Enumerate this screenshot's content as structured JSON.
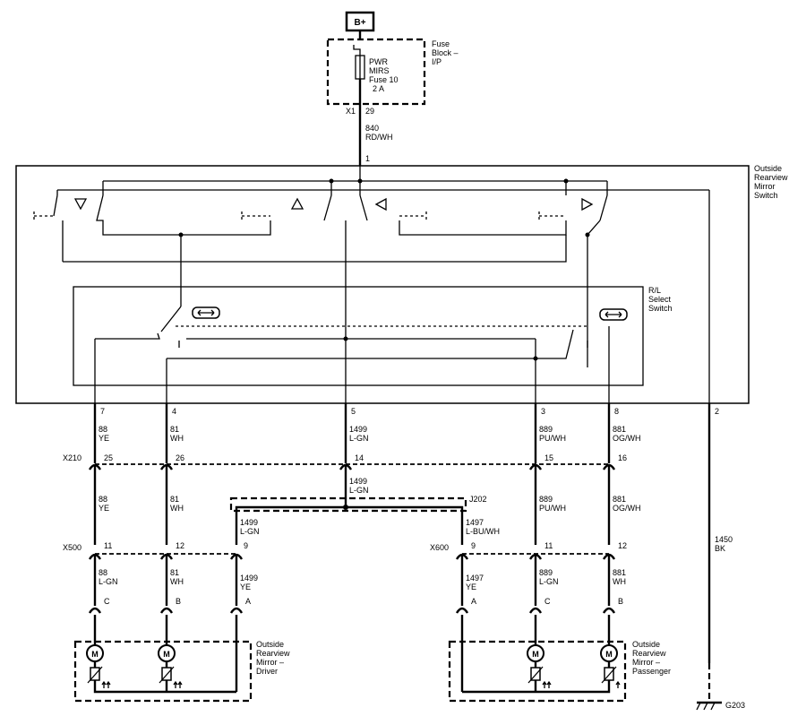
{
  "power": {
    "label": "B+"
  },
  "fuse_block": {
    "label_lines": [
      "Fuse",
      "Block –",
      "I/P"
    ],
    "fuse_lines": [
      "PWR",
      "MIRS",
      "Fuse 10",
      "2 A"
    ],
    "connector": "X1",
    "pin": "29"
  },
  "feed_wire": {
    "circuit": "840",
    "color": "RD/WH"
  },
  "switch": {
    "label_lines": [
      "Outside",
      "Rearview",
      "Mirror",
      "Switch"
    ],
    "feed_pin": "1",
    "ground_pin": "2",
    "arrows": [
      "down-arrow",
      "up-arrow",
      "left-arrow",
      "right-arrow"
    ]
  },
  "select_switch": {
    "label_lines": [
      "R/L",
      "Select",
      "Switch"
    ]
  },
  "switch_pins": [
    "7",
    "4",
    "5",
    "3",
    "8"
  ],
  "upper_wires": [
    {
      "circuit": "88",
      "color": "YE"
    },
    {
      "circuit": "81",
      "color": "WH"
    },
    {
      "circuit": "1499",
      "color": "L-GN"
    },
    {
      "circuit": "889",
      "color": "PU/WH"
    },
    {
      "circuit": "881",
      "color": "OG/WH"
    }
  ],
  "x210": {
    "label": "X210",
    "pins": [
      "25",
      "26",
      "14",
      "15",
      "16"
    ]
  },
  "middle_wires": [
    {
      "circuit": "88",
      "color": "YE"
    },
    {
      "circuit": "81",
      "color": "WH"
    },
    {
      "circuit": "1499",
      "color": "L-GN"
    },
    {
      "circuit": "889",
      "color": "PU/WH"
    },
    {
      "circuit": "881",
      "color": "OG/WH"
    }
  ],
  "splice": {
    "label": "J202"
  },
  "splice_wires": [
    {
      "circuit": "1499",
      "color": "L-GN"
    },
    {
      "circuit": "1497",
      "color": "L-BU/WH"
    }
  ],
  "ground_wire": {
    "circuit": "1450",
    "color": "BK"
  },
  "x500": {
    "label": "X500",
    "pins": [
      "11",
      "12",
      "9"
    ]
  },
  "x600": {
    "label": "X600",
    "pins": [
      "9",
      "11",
      "12"
    ]
  },
  "driver_wires": [
    {
      "circuit": "88",
      "color": "L-GN",
      "pin": "C"
    },
    {
      "circuit": "81",
      "color": "WH",
      "pin": "B"
    },
    {
      "circuit": "1499",
      "color": "YE",
      "pin": "A"
    }
  ],
  "passenger_wires": [
    {
      "circuit": "1497",
      "color": "YE",
      "pin": "A"
    },
    {
      "circuit": "889",
      "color": "L-GN",
      "pin": "C"
    },
    {
      "circuit": "881",
      "color": "WH",
      "pin": "B"
    }
  ],
  "driver_mirror": {
    "label_lines": [
      "Outside",
      "Rearview",
      "Mirror –",
      "Driver"
    ]
  },
  "passenger_mirror": {
    "label_lines": [
      "Outside",
      "Rearview",
      "Mirror –",
      "Passenger"
    ]
  },
  "motor_symbol": "M",
  "ground": {
    "label": "G203"
  }
}
